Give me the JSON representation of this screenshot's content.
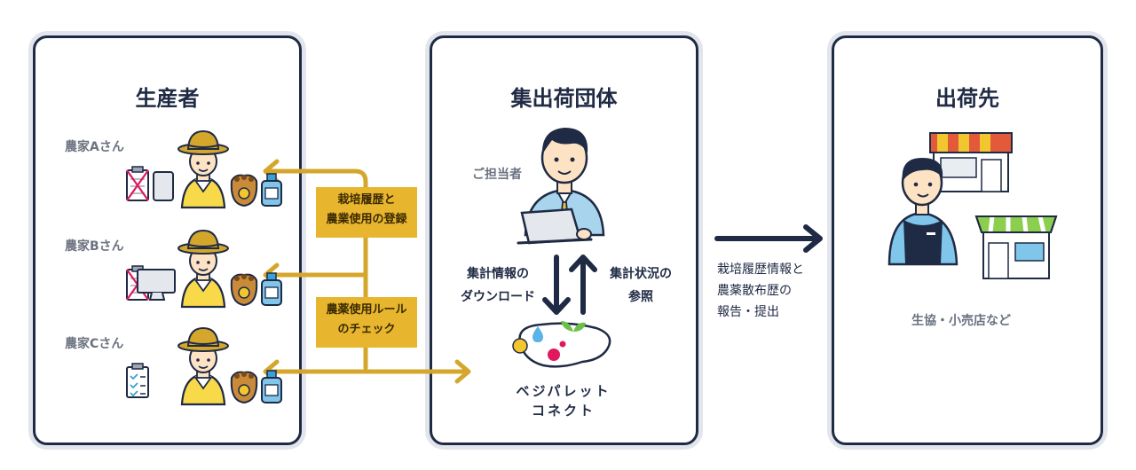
{
  "panels": {
    "producer": {
      "title": "生産者"
    },
    "collector": {
      "title": "集出荷団体"
    },
    "destination": {
      "title": "出荷先"
    }
  },
  "farmers": [
    {
      "label": "農家Aさん",
      "device": "smartphone"
    },
    {
      "label": "農家Bさん",
      "device": "monitor"
    },
    {
      "label": "農家Cさん",
      "device": "checklist"
    }
  ],
  "tags": {
    "registration": {
      "line1": "栽培履歴と",
      "line2": "農業使用の登録"
    },
    "check": {
      "line1": "農薬使用ルール",
      "line2": "のチェック"
    }
  },
  "collector": {
    "person_label": "ご担当者",
    "download": {
      "line1": "集計情報の",
      "line2": "ダウンロード"
    },
    "status": {
      "line1": "集計状況の",
      "line2": "参照"
    },
    "logo": {
      "line1": "ベジパレット",
      "line2": "コネクト"
    }
  },
  "report": {
    "line1": "栽培履歴情報と",
    "line2": "農薬散布歴の",
    "line3": "報告・提出"
  },
  "destination": {
    "caption": "生協・小売店など"
  },
  "colors": {
    "navy": "#1f2a44",
    "gold": "#d4a72c",
    "tag": "#e7b52e",
    "skin": "#fde3c4",
    "shirt": "#f7d94a"
  }
}
